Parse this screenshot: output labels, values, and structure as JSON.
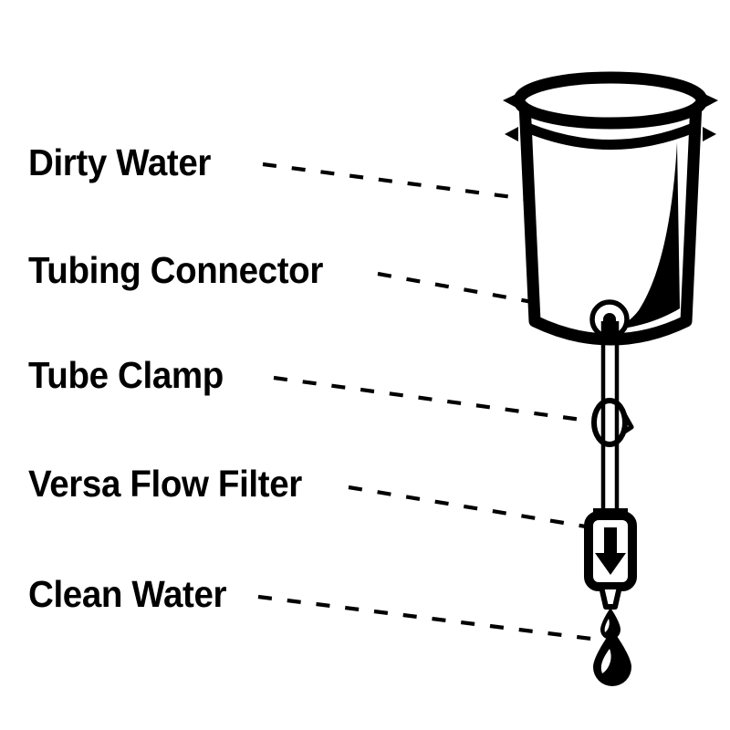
{
  "diagram": {
    "title": "Gravity water filter system diagram",
    "background_color": "#ffffff",
    "ink_color": "#000000"
  },
  "labels": [
    {
      "id": "dirty-water",
      "text": "Dirty Water",
      "leader": "dashed"
    },
    {
      "id": "tubing-connector",
      "text": "Tubing Connector",
      "leader": "dashed"
    },
    {
      "id": "tube-clamp",
      "text": "Tube Clamp",
      "leader": "dashed"
    },
    {
      "id": "versa-flow-filter",
      "text": "Versa Flow Filter",
      "leader": "dashed"
    },
    {
      "id": "clean-water",
      "text": "Clean Water",
      "leader": "dashed"
    }
  ],
  "parts": {
    "bucket": "dirty-water-bucket",
    "connector": "tubing-connector-port",
    "tube": "flexible-tube",
    "clamp": "tube-clamp-ring",
    "filter": "versa-flow-filter-body",
    "filter_arrow": "downward-flow-arrow",
    "nozzle": "filter-outlet-nozzle",
    "droplet_small": "small-water-droplet",
    "droplet_large": "large-water-droplet"
  }
}
